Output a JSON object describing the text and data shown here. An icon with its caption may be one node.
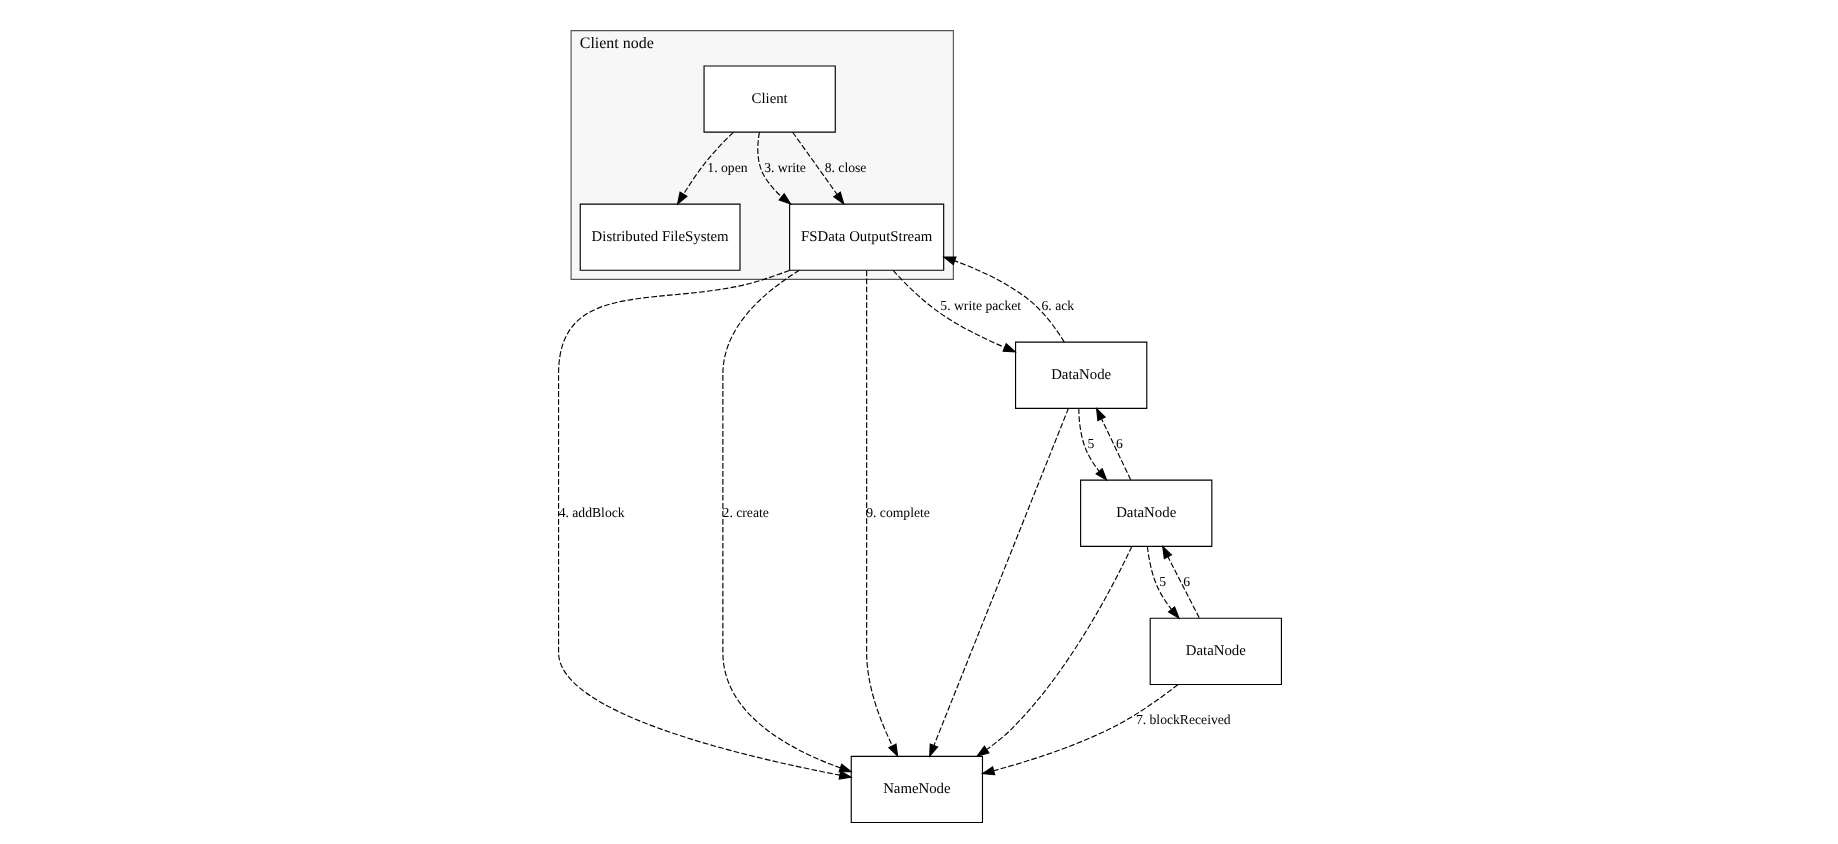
{
  "diagram": {
    "nodes": [
      {
        "text": [
          "Client node"
        ]
      },
      {
        "text": [
          "Client"
        ],
        "in": 0
      },
      {
        "text": [
          "Distributed FileSystem"
        ],
        "in": 0
      },
      {
        "text": [
          "FSData OutputStream"
        ],
        "in": 0
      },
      {
        "text": [
          "NameNode"
        ]
      },
      {
        "text": [
          "DataNode"
        ]
      },
      {
        "text": [
          "DataNode"
        ]
      },
      {
        "text": [
          "DataNode"
        ]
      }
    ],
    "edges": [
      {
        "from": 1,
        "to": 2,
        "arrow": "to",
        "label": "1. open",
        "style": "dashed"
      },
      {
        "from": 1,
        "to": 3,
        "arrow": "to",
        "label": "3. write",
        "style": "dashed"
      },
      {
        "from": 1,
        "to": 3,
        "arrow": "to",
        "label": "8. close",
        "style": "dashed"
      },
      {
        "from": 3,
        "to": 4,
        "arrow": "to",
        "label": "4. addBlock",
        "style": "dashed"
      },
      {
        "from": 3,
        "to": 4,
        "arrow": "to",
        "label": "2. create",
        "style": "dashed"
      },
      {
        "from": 3,
        "to": 4,
        "arrow": "to",
        "label": "9. complete",
        "style": "dashed"
      },
      {
        "from": 3,
        "to": 5,
        "arrow": "to",
        "label": "5. write packet",
        "style": "dashed"
      },
      {
        "from": 5,
        "to": 3,
        "arrow": "to",
        "label": "6. ack",
        "style": "dashed"
      },
      {
        "from": 5,
        "to": 6,
        "arrow": "to",
        "label": "5",
        "style": "dashed"
      },
      {
        "from": 6,
        "to": 5,
        "arrow": "to",
        "label": "6",
        "style": "dashed"
      },
      {
        "from": 6,
        "to": 7,
        "arrow": "to",
        "label": "5",
        "style": "dashed"
      },
      {
        "from": 7,
        "to": 6,
        "arrow": "to",
        "label": "6",
        "style": "dashed"
      },
      {
        "from": 5,
        "to": 4,
        "arrow": "to",
        "style": "dashed"
      },
      {
        "from": 6,
        "to": 4,
        "arrow": "to",
        "style": "dashed"
      },
      {
        "from": 7,
        "to": 4,
        "arrow": "to",
        "label": "7. blockReceived",
        "style": "dashed"
      }
    ]
  }
}
